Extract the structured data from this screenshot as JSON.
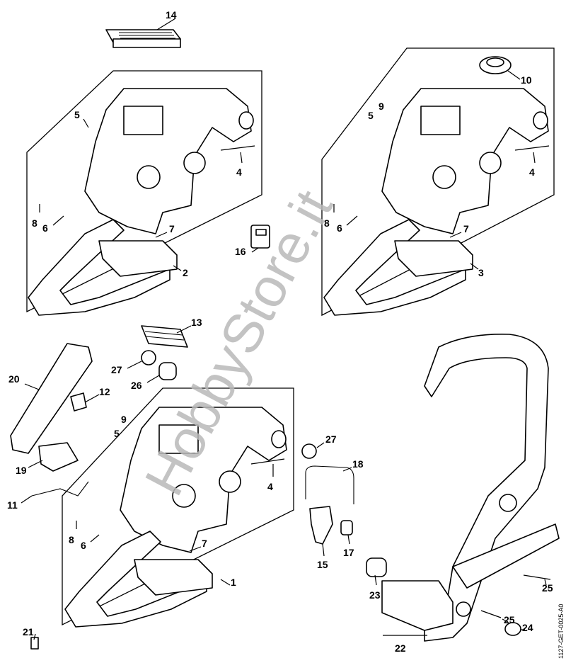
{
  "diagram": {
    "drawing_code": "1127-GET-0025-A0",
    "watermark": "HobbyStore.it",
    "callouts": [
      {
        "id": "c14",
        "label": "14"
      },
      {
        "id": "c5a",
        "label": "5"
      },
      {
        "id": "c4a",
        "label": "4"
      },
      {
        "id": "c8a",
        "label": "8"
      },
      {
        "id": "c6a",
        "label": "6"
      },
      {
        "id": "c7a",
        "label": "7"
      },
      {
        "id": "c16",
        "label": "16"
      },
      {
        "id": "c2",
        "label": "2"
      },
      {
        "id": "c10",
        "label": "10"
      },
      {
        "id": "c9a",
        "label": "9"
      },
      {
        "id": "c5b",
        "label": "5"
      },
      {
        "id": "c4b",
        "label": "4"
      },
      {
        "id": "c8b",
        "label": "8"
      },
      {
        "id": "c6b",
        "label": "6"
      },
      {
        "id": "c7b",
        "label": "7"
      },
      {
        "id": "c3",
        "label": "3"
      },
      {
        "id": "c13",
        "label": "13"
      },
      {
        "id": "c27a",
        "label": "27"
      },
      {
        "id": "c26",
        "label": "26"
      },
      {
        "id": "c20",
        "label": "20"
      },
      {
        "id": "c12",
        "label": "12"
      },
      {
        "id": "c9b",
        "label": "9"
      },
      {
        "id": "c5c",
        "label": "5"
      },
      {
        "id": "c27b",
        "label": "27"
      },
      {
        "id": "c4c",
        "label": "4"
      },
      {
        "id": "c18",
        "label": "18"
      },
      {
        "id": "c19",
        "label": "19"
      },
      {
        "id": "c11",
        "label": "11"
      },
      {
        "id": "c8c",
        "label": "8"
      },
      {
        "id": "c6c",
        "label": "6"
      },
      {
        "id": "c7c",
        "label": "7"
      },
      {
        "id": "c15",
        "label": "15"
      },
      {
        "id": "c17",
        "label": "17"
      },
      {
        "id": "c1",
        "label": "1"
      },
      {
        "id": "c23",
        "label": "23"
      },
      {
        "id": "c25a",
        "label": "25"
      },
      {
        "id": "c25b",
        "label": "25"
      },
      {
        "id": "c24",
        "label": "24"
      },
      {
        "id": "c21",
        "label": "21"
      },
      {
        "id": "c22",
        "label": "22"
      }
    ]
  }
}
